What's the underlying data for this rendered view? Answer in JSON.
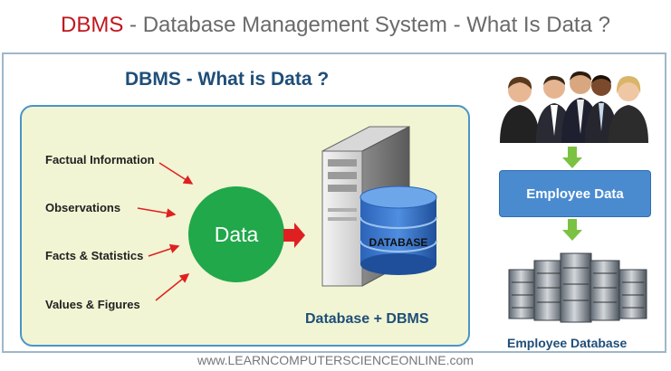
{
  "header": {
    "title_red": "DBMS",
    "title_rest": " - Database Management System - What Is Data ?"
  },
  "diagram": {
    "subtitle": "DBMS  - What  is  Data ?",
    "inputs": [
      "Factual  Information",
      "Observations",
      "Facts  &  Statistics",
      "Values  &  Figures"
    ],
    "center_label": "Data",
    "database_label": "DATABASE",
    "database_caption": "Database + DBMS"
  },
  "flow": {
    "employee_data": "Employee  Data",
    "employee_database": "Employee  Database"
  },
  "footer": {
    "url": "www.LEARNCOMPUTERSCIENCEONLINE.com"
  },
  "colors": {
    "title_red": "#c0171e",
    "navy_text": "#1f4e79",
    "data_green": "#20a84a",
    "arrow_red": "#e02020",
    "flow_arrow_green": "#7cc242",
    "box_blue": "#4a8bd0",
    "panel_fill": "#f1f5d3"
  }
}
